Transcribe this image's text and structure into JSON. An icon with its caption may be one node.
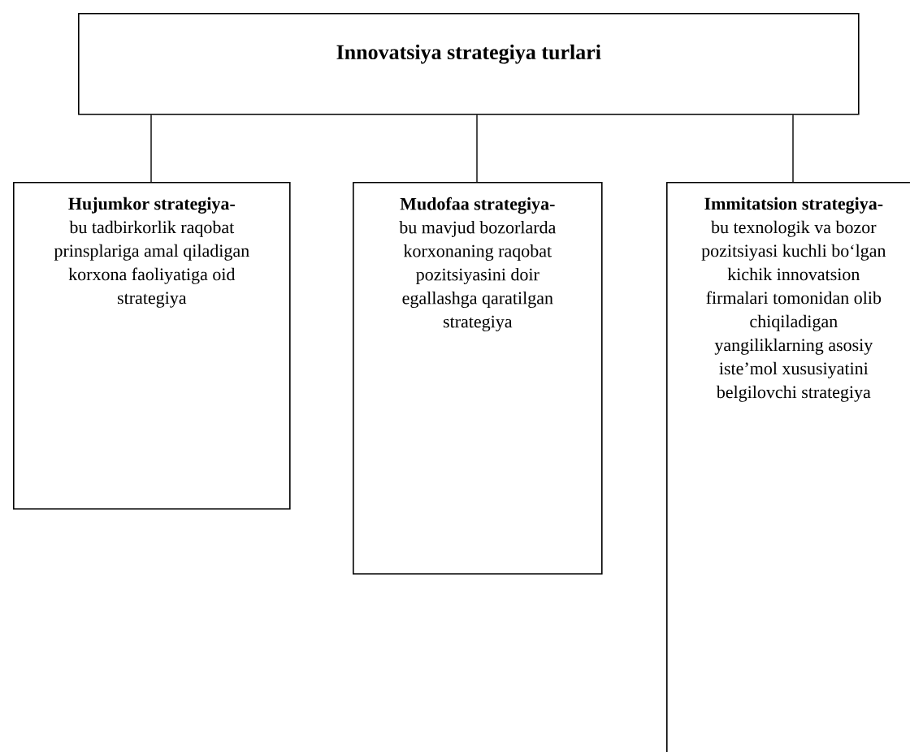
{
  "diagram": {
    "nodes": [
      {
        "text": [
          "Innovatsiya strategiya turlari"
        ]
      },
      {
        "text": [
          "Hujumkor strategiya-",
          "bu tadbirkorlik raqobat prinsplariga amal qiladigan korxona faoliyatiga oid strategiya"
        ]
      },
      {
        "text": [
          "Mudofaa strategiya-",
          "bu mavjud bozorlarda korxonaning raqobat pozitsiyasini doir egallashga qaratilgan strategiya"
        ]
      },
      {
        "text": [
          "Immitatsion strategiya-",
          "bu texnologik va bozor pozitsiyasi kuchli bo‘lgan kichik innovatsion firmalari tomonidan olib chiqiladigan yangiliklarning asosiy iste’mol xususiyatini belgilovchi strategiya"
        ]
      }
    ],
    "edges": [
      {
        "from": 0,
        "to": 1,
        "arrow": "none"
      },
      {
        "from": 0,
        "to": 2,
        "arrow": "none"
      },
      {
        "from": 0,
        "to": 3,
        "arrow": "none"
      }
    ]
  }
}
